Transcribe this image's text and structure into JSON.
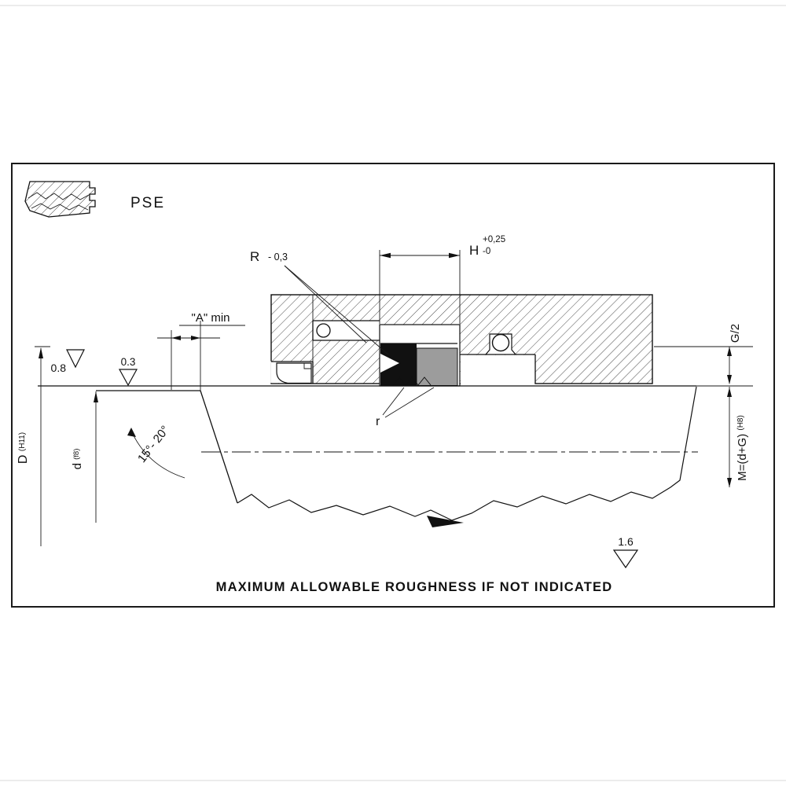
{
  "drawing": {
    "type_label": "PSE",
    "caption": "MAXIMUM ALLOWABLE ROUGHNESS IF NOT INDICATED",
    "dims": {
      "groove_radius": {
        "symbol": "R",
        "tolerance": "- 0,3"
      },
      "groove_width": {
        "symbol": "H",
        "tol_upper": "+0,25",
        "tol_lower": "-0"
      },
      "chamfer_length": "\"A\" min",
      "gap_half": "G/2",
      "rod_diameter": {
        "symbol": "d",
        "fit": "(f8)"
      },
      "bore_diameter": {
        "symbol": "D",
        "fit": "(H11)"
      },
      "groove_diameter": {
        "symbol": "M=(d+G)",
        "fit": "(H8)"
      },
      "chamfer_angle": "15°- 20°",
      "corner_radius": "r"
    },
    "roughness": {
      "seal_surface": "0.8",
      "rod_surface": "0.3",
      "general": "1.6"
    }
  }
}
